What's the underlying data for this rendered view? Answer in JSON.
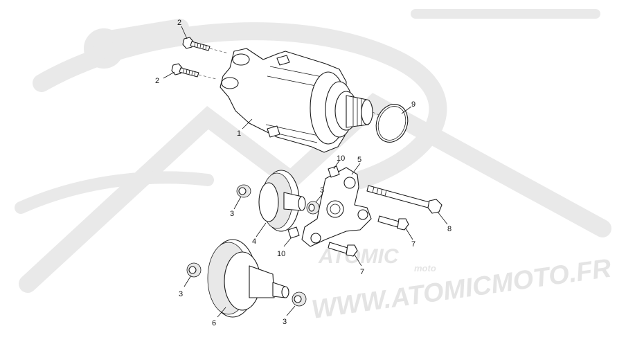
{
  "watermark": {
    "brand": "ATOMIC",
    "sub": "moto",
    "url": "WWW.ATOMICMOTO.FR"
  },
  "callouts": [
    {
      "id": "c2a",
      "label": "2"
    },
    {
      "id": "c2b",
      "label": "2"
    },
    {
      "id": "c1",
      "label": "1"
    },
    {
      "id": "c9",
      "label": "9"
    },
    {
      "id": "c10a",
      "label": "10"
    },
    {
      "id": "c5",
      "label": "5"
    },
    {
      "id": "c3a",
      "label": "3"
    },
    {
      "id": "c3b",
      "label": "3"
    },
    {
      "id": "c4",
      "label": "4"
    },
    {
      "id": "c10b",
      "label": "10"
    },
    {
      "id": "c8",
      "label": "8"
    },
    {
      "id": "c7a",
      "label": "7"
    },
    {
      "id": "c7b",
      "label": "7"
    },
    {
      "id": "c3c",
      "label": "3"
    },
    {
      "id": "c6",
      "label": "6"
    },
    {
      "id": "c3d",
      "label": "3"
    }
  ]
}
